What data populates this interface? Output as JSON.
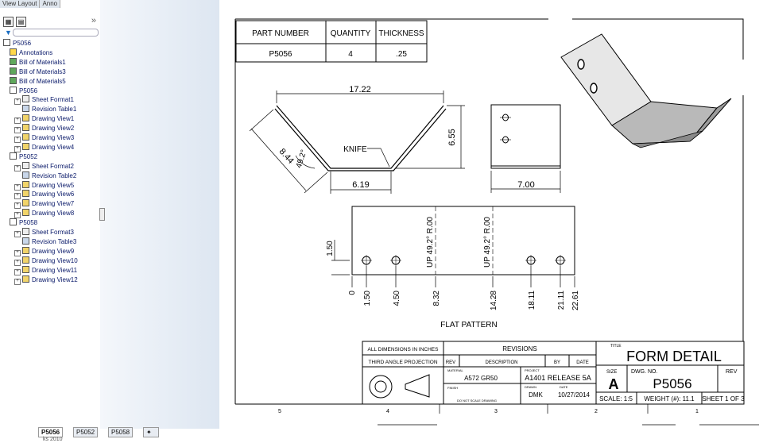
{
  "top_tabs": [
    "View Layout",
    "Anno"
  ],
  "panel": {
    "expand_glyph": "»"
  },
  "tree": [
    {
      "label": "P5056",
      "icon": "drawing-icon",
      "level": 0,
      "expander": false
    },
    {
      "label": "Annotations",
      "icon": "annotations-icon",
      "level": 1,
      "expander": false
    },
    {
      "label": "Bill of Materials1",
      "icon": "bom-icon",
      "level": 1,
      "expander": false
    },
    {
      "label": "Bill of Materials3",
      "icon": "bom-icon",
      "level": 1,
      "expander": false
    },
    {
      "label": "Bill of Materials5",
      "icon": "bom-icon",
      "level": 1,
      "expander": false
    },
    {
      "label": "P5056",
      "icon": "sheet-icon",
      "level": 1,
      "expander": false
    },
    {
      "label": "Sheet Format1",
      "icon": "sheet-format-icon",
      "level": 2,
      "expander": true
    },
    {
      "label": "Revision Table1",
      "icon": "revision-table-icon",
      "level": 2,
      "expander": false
    },
    {
      "label": "Drawing View1",
      "icon": "drawing-view-icon",
      "level": 2,
      "expander": true
    },
    {
      "label": "Drawing View2",
      "icon": "drawing-view-icon",
      "level": 2,
      "expander": true
    },
    {
      "label": "Drawing View3",
      "icon": "drawing-view-icon",
      "level": 2,
      "expander": true
    },
    {
      "label": "Drawing View4",
      "icon": "drawing-view-icon",
      "level": 2,
      "expander": true
    },
    {
      "label": "P5052",
      "icon": "sheet-icon",
      "level": 1,
      "expander": false
    },
    {
      "label": "Sheet Format2",
      "icon": "sheet-format-icon",
      "level": 2,
      "expander": true
    },
    {
      "label": "Revision Table2",
      "icon": "revision-table-icon",
      "level": 2,
      "expander": false
    },
    {
      "label": "Drawing View5",
      "icon": "drawing-view-icon",
      "level": 2,
      "expander": true
    },
    {
      "label": "Drawing View6",
      "icon": "drawing-view-icon",
      "level": 2,
      "expander": true
    },
    {
      "label": "Drawing View7",
      "icon": "drawing-view-icon",
      "level": 2,
      "expander": true
    },
    {
      "label": "Drawing View8",
      "icon": "drawing-view-icon",
      "level": 2,
      "expander": true
    },
    {
      "label": "P5058",
      "icon": "sheet-icon",
      "level": 1,
      "expander": false
    },
    {
      "label": "Sheet Format3",
      "icon": "sheet-format-icon",
      "level": 2,
      "expander": true
    },
    {
      "label": "Revision Table3",
      "icon": "revision-table-icon",
      "level": 2,
      "expander": false
    },
    {
      "label": "Drawing View9",
      "icon": "drawing-view-icon",
      "level": 2,
      "expander": true
    },
    {
      "label": "Drawing View10",
      "icon": "drawing-view-icon",
      "level": 2,
      "expander": true
    },
    {
      "label": "Drawing View11",
      "icon": "drawing-view-icon",
      "level": 2,
      "expander": true
    },
    {
      "label": "Drawing View12",
      "icon": "drawing-view-icon",
      "level": 2,
      "expander": true
    }
  ],
  "sheet_tabs": [
    "P5056",
    "P5052",
    "P5058"
  ],
  "status_fragment": "ks 2010",
  "part_table": {
    "headers": [
      "PART NUMBER",
      "QUANTITY",
      "THICKNESS"
    ],
    "row": [
      "P5056",
      "4",
      ".25"
    ]
  },
  "front_view": {
    "overall_width": "17.22",
    "height": "6.55",
    "flange": "8.44",
    "angle": "49.2°",
    "bottom": "6.19",
    "note": "KNIFE"
  },
  "side_view": {
    "width": "7.00"
  },
  "flat_pattern": {
    "label": "FLAT PATTERN",
    "hole_height": "1.50",
    "bend_note": "UP  49.2°  R.00",
    "ordinates": [
      "0",
      "1.50",
      "4.50",
      "8.32",
      "14.28",
      "18.11",
      "21.11",
      "22.61"
    ]
  },
  "title_block": {
    "dims_note": "ALL DIMENSIONS IN INCHES",
    "projection": "THIRD ANGLE PROJECTION",
    "revisions": "REVISIONS",
    "rev_cols": [
      "REV",
      "DESCRIPTION",
      "BY",
      "DATE"
    ],
    "material_label": "MATERIAL",
    "material": "A572 GR50",
    "project_label": "PROJECT",
    "project": "A1401 RELEASE 5A",
    "finish_label": "FINISH",
    "drawn_label": "DRAWN",
    "drawn_by": "DMK",
    "date_label": "DATE",
    "date": "10/27/2014",
    "note_small": "DO NOT SCALE DRAWING",
    "title_label": "TITLE",
    "title": "FORM DETAIL",
    "size_label": "SIZE",
    "size": "A",
    "dwg_label": "DWG.  NO.",
    "dwg_no": "P5056",
    "rev_label": "REV",
    "scale": "SCALE: 1:5",
    "weight": "WEIGHT (#): 11.1",
    "sheet": "SHEET 1 OF 3"
  },
  "zone_labels": [
    "5",
    "4",
    "3",
    "2",
    "1"
  ],
  "colors": {
    "ink": "#000000",
    "tree_text": "#0a1a6a",
    "panel_border": "#9aa4b0"
  }
}
